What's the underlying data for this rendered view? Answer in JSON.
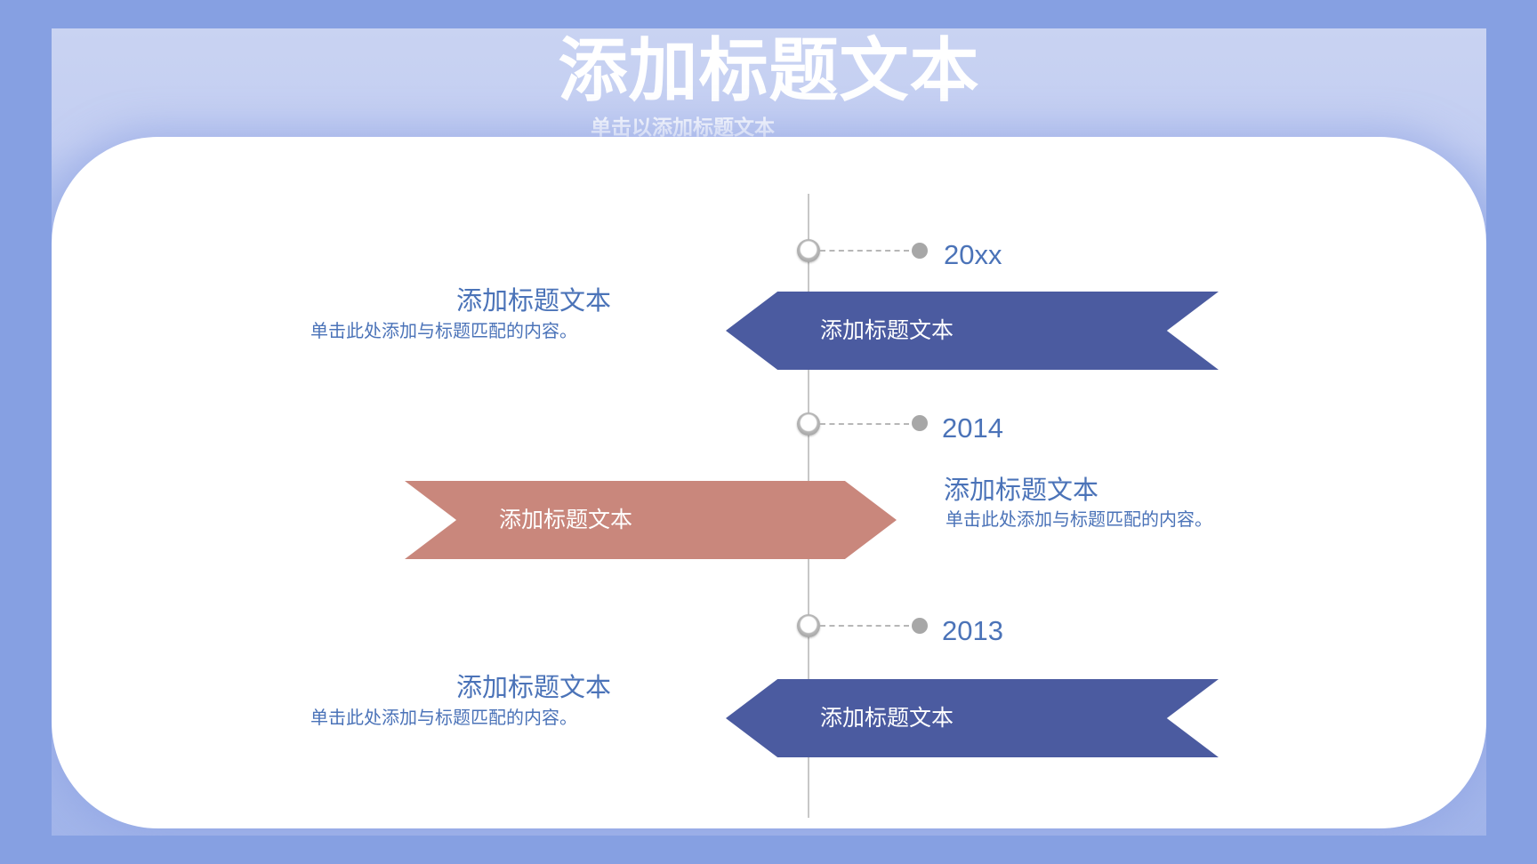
{
  "slide": {
    "title": "添加标题文本",
    "subtitle": "单击以添加标题文本"
  },
  "colors": {
    "background": "#86a0e2",
    "header_band": "#c9d3f2",
    "card": "#ffffff",
    "ribbon_blue": "#4b5ba0",
    "ribbon_salmon": "#c9877c",
    "text_blue": "#4b73b8",
    "timeline_gray": "#c7c7c7"
  },
  "timeline": {
    "entries": [
      {
        "year": "20xx",
        "ribbon_label": "添加标题文本",
        "ribbon_color": "blue",
        "side_title": "添加标题文本",
        "side_desc": "单击此处添加与标题匹配的内容。"
      },
      {
        "year": "2014",
        "ribbon_label": "添加标题文本",
        "ribbon_color": "salmon",
        "side_title": "添加标题文本",
        "side_desc": "单击此处添加与标题匹配的内容。"
      },
      {
        "year": "2013",
        "ribbon_label": "添加标题文本",
        "ribbon_color": "blue",
        "side_title": "添加标题文本",
        "side_desc": "单击此处添加与标题匹配的内容。"
      }
    ]
  }
}
